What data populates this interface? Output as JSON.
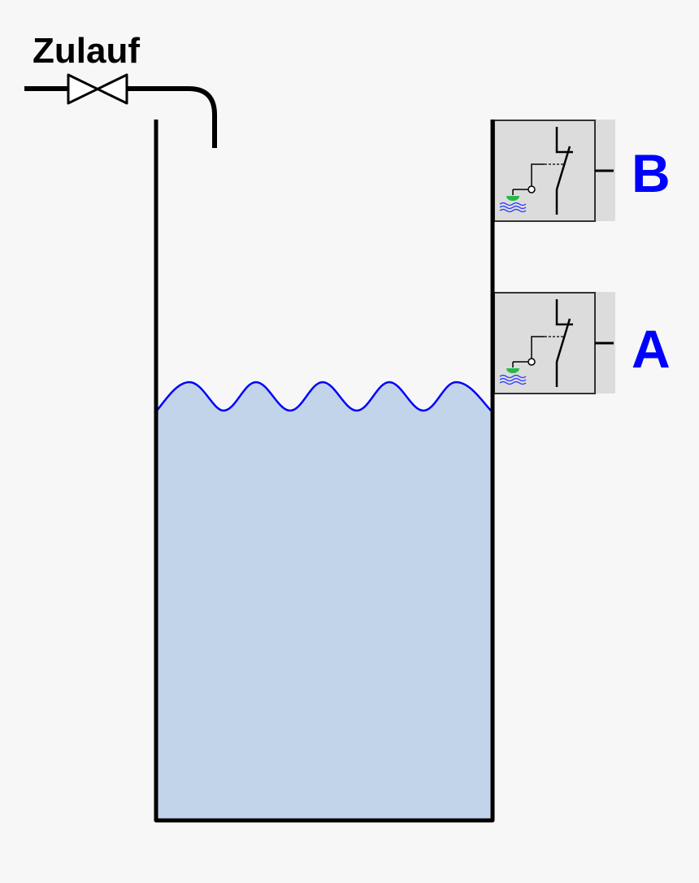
{
  "diagram": {
    "inlet_label": "Zulauf",
    "sensors": [
      {
        "id": "B",
        "label": "B"
      },
      {
        "id": "A",
        "label": "A"
      }
    ],
    "colors": {
      "background": "#f7f7f7",
      "water_fill": "#c2d4e9",
      "water_surface": "#0000ff",
      "label_color": "#0000ff",
      "switch_box": "#dcdcdc",
      "float_green": "#22bb44",
      "line": "#000000"
    }
  }
}
